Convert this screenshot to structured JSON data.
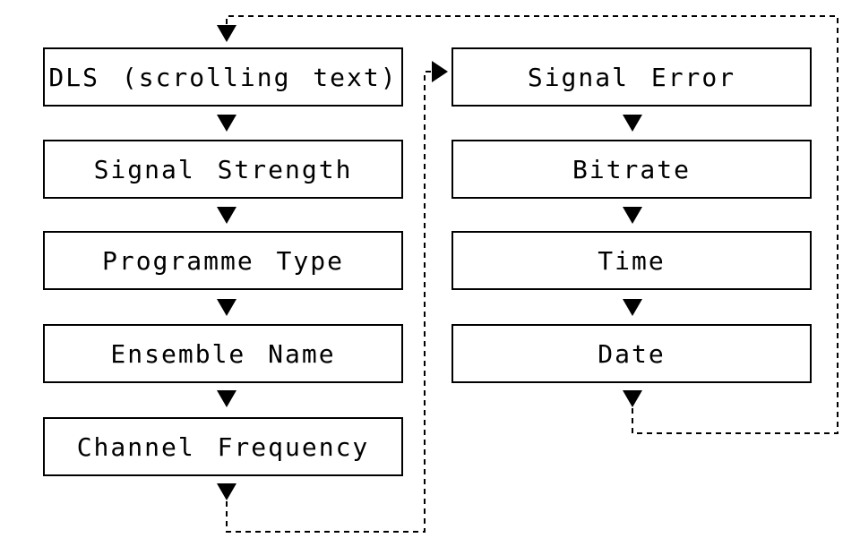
{
  "diagram": {
    "left_column": [
      {
        "id": "dls",
        "label": "DLS (scrolling text)"
      },
      {
        "id": "signal-strength",
        "label": "Signal Strength"
      },
      {
        "id": "programme-type",
        "label": "Programme Type"
      },
      {
        "id": "ensemble-name",
        "label": "Ensemble Name"
      },
      {
        "id": "channel-frequency",
        "label": "Channel Frequency"
      }
    ],
    "right_column": [
      {
        "id": "signal-error",
        "label": "Signal Error"
      },
      {
        "id": "bitrate",
        "label": "Bitrate"
      },
      {
        "id": "time",
        "label": "Time"
      },
      {
        "id": "date",
        "label": "Date"
      }
    ],
    "flow_order": [
      "dls",
      "signal-strength",
      "programme-type",
      "ensemble-name",
      "channel-frequency",
      "signal-error",
      "bitrate",
      "time",
      "date",
      "dls"
    ],
    "colors": {
      "box_border": "#000000",
      "text": "#000000",
      "arrow": "#000000",
      "background": "#ffffff"
    }
  }
}
